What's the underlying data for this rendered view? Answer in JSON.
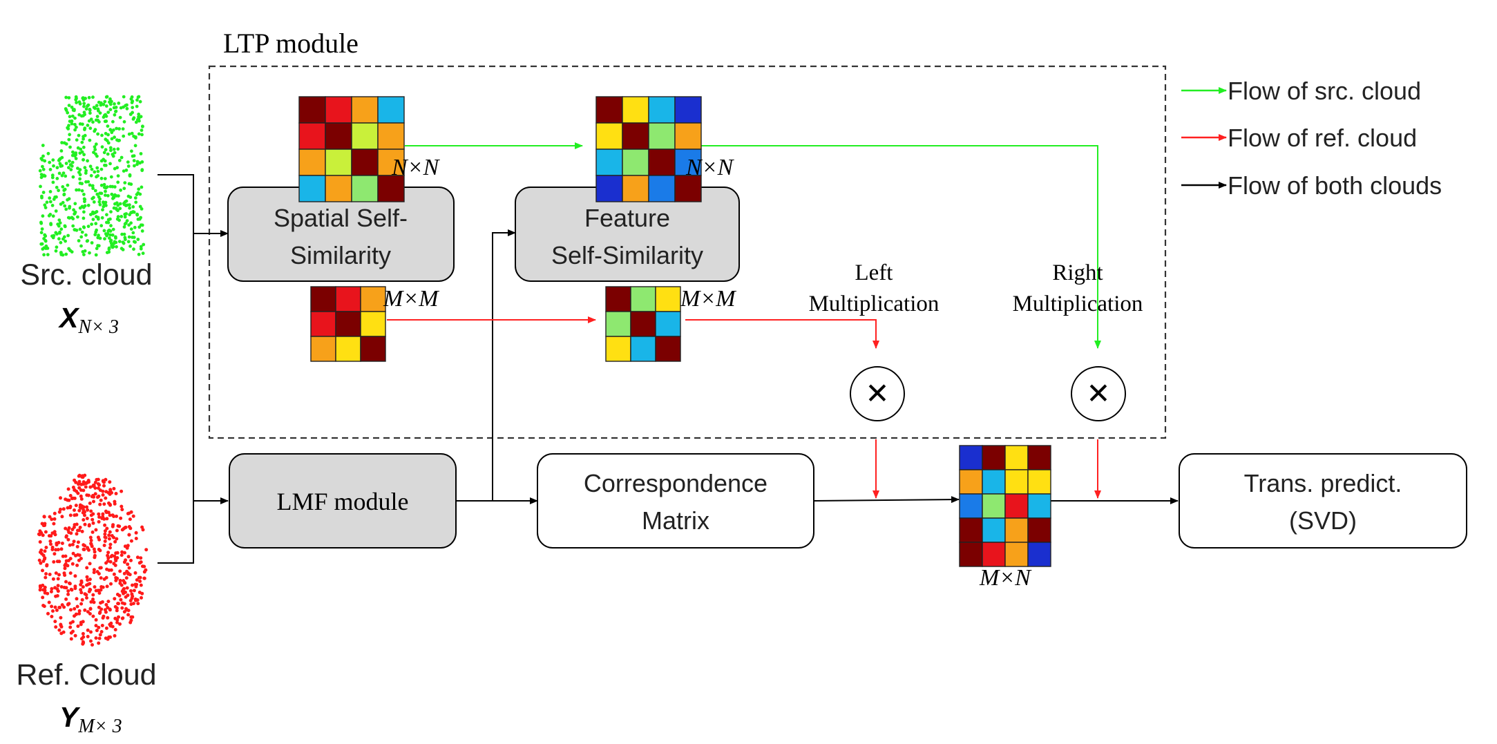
{
  "module_title": "LTP module",
  "inputs": {
    "src": {
      "label": "Src. cloud",
      "symbol": "X",
      "subscript": "N× 3",
      "point_color": "#22ee22"
    },
    "ref": {
      "label": "Ref. Cloud",
      "symbol": "Y",
      "subscript": "M× 3",
      "point_color": "#ff1a1a"
    }
  },
  "boxes": {
    "spatial": [
      "Spatial Self-",
      "Similarity"
    ],
    "feature": [
      "Feature",
      "Self-Similarity"
    ],
    "lmf": "LMF module",
    "correspondence": [
      "Correspondence",
      "Matrix"
    ],
    "trans": [
      "Trans. predict.",
      "(SVD)"
    ]
  },
  "matrix_labels": {
    "spatial_src": "N×N",
    "spatial_ref": "M×M",
    "feature_src": "N×N",
    "feature_ref": "M×M",
    "result": "M×N"
  },
  "operations": {
    "left": [
      "Left",
      "Multiplication"
    ],
    "right": [
      "Right",
      "Multiplication"
    ],
    "symbol": "✕"
  },
  "legend": [
    {
      "label": "Flow of src. cloud",
      "color": "#22ee22"
    },
    {
      "label": "Flow of ref. cloud",
      "color": "#ff2020"
    },
    {
      "label": "Flow of both clouds",
      "color": "#000000"
    }
  ],
  "colors": {
    "src_flow": "#22ee22",
    "ref_flow": "#ff2020",
    "both_flow": "#000000",
    "gray_box": "#d9d9d9"
  },
  "matrices": {
    "spatial_src": [
      [
        "#7b0000",
        "#e8141c",
        "#f7a11a",
        "#19b5e8"
      ],
      [
        "#e8141c",
        "#7b0000",
        "#c9f03a",
        "#f7a11a"
      ],
      [
        "#f7a11a",
        "#c9f03a",
        "#7b0000",
        "#f7a11a"
      ],
      [
        "#19b5e8",
        "#f7a11a",
        "#8ee870",
        "#7b0000"
      ]
    ],
    "feature_src": [
      [
        "#7b0000",
        "#ffe012",
        "#19b5e8",
        "#1a2fcf"
      ],
      [
        "#ffe012",
        "#7b0000",
        "#8ee870",
        "#f7a11a"
      ],
      [
        "#19b5e8",
        "#8ee870",
        "#7b0000",
        "#1a7be8"
      ],
      [
        "#1a2fcf",
        "#f7a11a",
        "#1a7be8",
        "#7b0000"
      ]
    ],
    "spatial_ref": [
      [
        "#7b0000",
        "#e8141c",
        "#f7a11a"
      ],
      [
        "#e8141c",
        "#7b0000",
        "#ffe012"
      ],
      [
        "#f7a11a",
        "#ffe012",
        "#7b0000"
      ]
    ],
    "feature_ref": [
      [
        "#7b0000",
        "#8ee870",
        "#ffe012"
      ],
      [
        "#8ee870",
        "#7b0000",
        "#19b5e8"
      ],
      [
        "#ffe012",
        "#19b5e8",
        "#7b0000"
      ]
    ],
    "result": [
      [
        "#1a2fcf",
        "#7b0000",
        "#ffe012",
        "#7b0000"
      ],
      [
        "#f7a11a",
        "#19b5e8",
        "#ffe012",
        "#ffe012"
      ],
      [
        "#1a7be8",
        "#8ee870",
        "#e8141c",
        "#19b5e8"
      ],
      [
        "#7b0000",
        "#19b5e8",
        "#f7a11a",
        "#7b0000"
      ],
      [
        "#7b0000",
        "#e8141c",
        "#f7a11a",
        "#1a2fcf"
      ]
    ]
  }
}
